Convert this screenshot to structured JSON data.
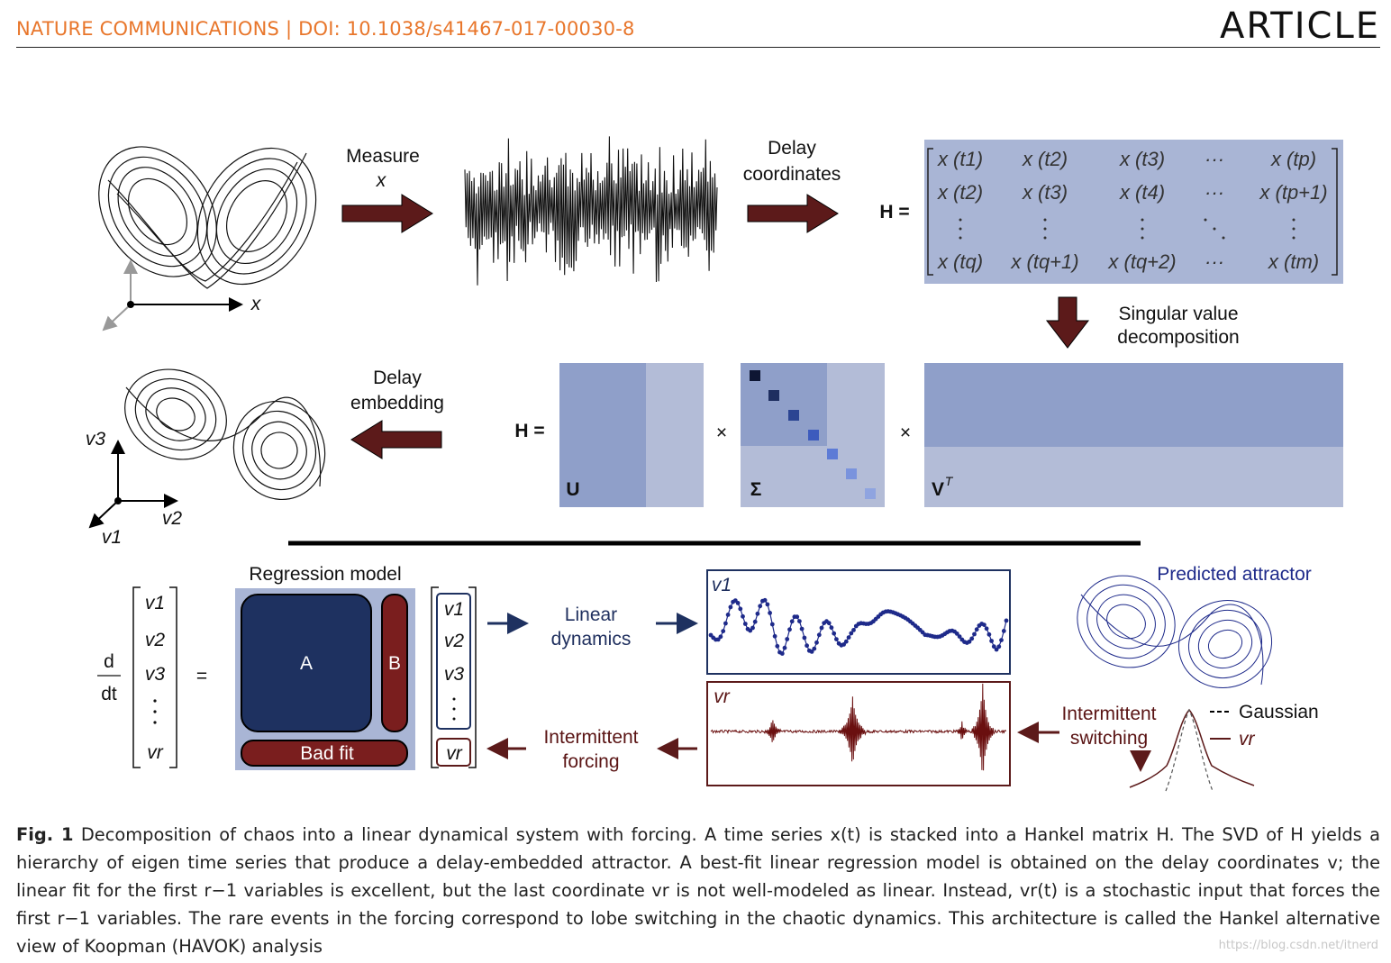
{
  "header": {
    "journal": "NATURE COMMUNICATIONS | DOI: 10.1038/s41467-017-00030-8",
    "section": "ARTICLE"
  },
  "figure": {
    "measure": [
      "Measure",
      "x"
    ],
    "axis_x": "x",
    "delay_coordinates": [
      "Delay",
      "coordinates"
    ],
    "H_eq": "H =",
    "hankel_rows": [
      [
        "x (t1)",
        "x (t2)",
        "x (t3)",
        "···",
        "x (tp)"
      ],
      [
        "x (t2)",
        "x (t3)",
        "x (t4)",
        "···",
        "x (tp+1)"
      ],
      [
        "x (tq)",
        "x (tq+1)",
        "x (tq+2)",
        "···",
        "x (tm)"
      ]
    ],
    "svd": [
      "Singular value",
      "decomposition"
    ],
    "delay_embedding": [
      "Delay",
      "embedding"
    ],
    "axes_embed": [
      "v3",
      "v1",
      "v2"
    ],
    "U": "U",
    "Sigma": "Σ",
    "VT": "V",
    "VT_sup": "T",
    "times": "×",
    "regression_model": "Regression model",
    "A": "A",
    "B": "B",
    "bad_fit": "Bad fit",
    "ddt_num": "d",
    "ddt_den": "dt",
    "equals": "=",
    "vector": [
      "v1",
      "v2",
      "v3",
      "vr"
    ],
    "linear_dynamics": [
      "Linear",
      "dynamics"
    ],
    "intermittent_forcing": [
      "Intermittent",
      "forcing"
    ],
    "intermittent_switching": [
      "Intermittent",
      "switching"
    ],
    "predicted_attractor": "Predicted attractor",
    "panel_v1": "v1",
    "panel_vr": "vr",
    "gaussian": "Gaussian",
    "legend_vr": "vr",
    "colors": {
      "arrow_red": "#5c1a1a",
      "navy": "#1e3160",
      "matrix_blue": "#8f9fc9",
      "matrix_light": "#b3bcd7",
      "journal_orange": "#e8762b"
    }
  },
  "caption": {
    "label": "Fig. 1",
    "text": "Decomposition of chaos into a linear dynamical system with forcing. A time series x(t) is stacked into a Hankel matrix H. The SVD of H yields a hierarchy of eigen time series that produce a delay-embedded attractor. A best-fit linear regression model is obtained on the delay coordinates v; the linear fit for the first r−1 variables is excellent, but the last coordinate vr is not well-modeled as linear. Instead, vr(t) is a stochastic input that forces the first r−1 variables. The rare events in the forcing correspond to lobe switching in the chaotic dynamics. This architecture is called the Hankel alternative view of Koopman (HAVOK) analysis"
  },
  "watermark": "https://blog.csdn.net/itnerd"
}
